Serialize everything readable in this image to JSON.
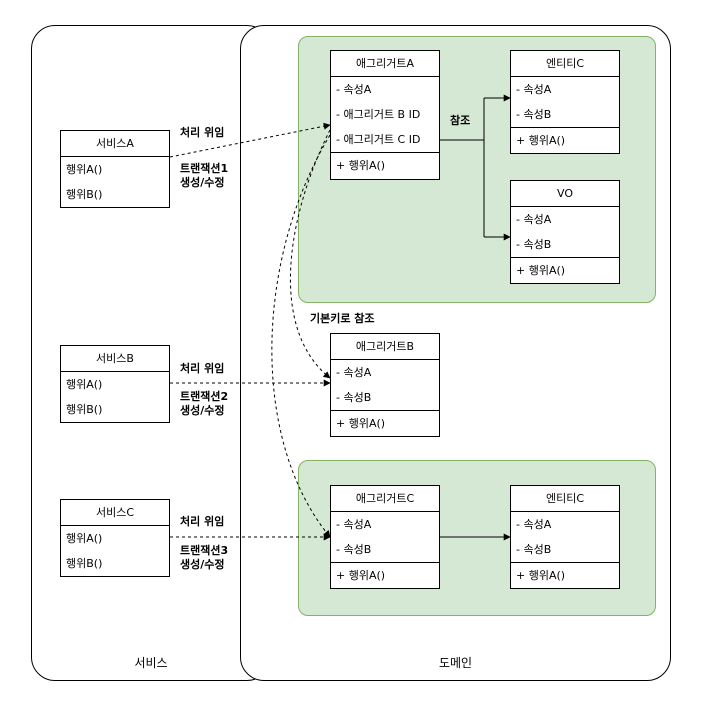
{
  "lanes": {
    "service": "서비스",
    "domain": "도메인"
  },
  "services": [
    {
      "name": "서비스A",
      "methods": [
        "행위A()",
        "행위B()"
      ]
    },
    {
      "name": "서비스B",
      "methods": [
        "행위A()",
        "행위B()"
      ]
    },
    {
      "name": "서비스C",
      "methods": [
        "행위A()",
        "행위B()"
      ]
    }
  ],
  "aggregateA": {
    "name": "애그리거트A",
    "attrs": [
      "- 속성A",
      "- 애그리거트 B ID",
      "- 애그리거트 C ID"
    ],
    "method": "+ 행위A()"
  },
  "entityC1": {
    "name": "엔티티C",
    "attrs": [
      "- 속성A",
      "- 속성B"
    ],
    "method": "+ 행위A()"
  },
  "vo": {
    "name": "VO",
    "attrs": [
      "- 속성A",
      "- 속성B"
    ],
    "method": "+ 행위A()"
  },
  "aggregateB": {
    "name": "애그리거트B",
    "attrs": [
      "- 속성A",
      "- 속성B"
    ],
    "method": "+ 행위A()"
  },
  "aggregateC": {
    "name": "애그리거트C",
    "attrs": [
      "- 속성A",
      "- 속성B"
    ],
    "method": "+ 행위A()"
  },
  "entityC2": {
    "name": "엔티티C",
    "attrs": [
      "- 속성A",
      "- 속성B"
    ],
    "method": "+ 행위A()"
  },
  "labels": {
    "ref": "참조",
    "pk_ref": "기본키로 참조",
    "delegate_a": "처리 위임",
    "tx_a_1": "트랜잭션1",
    "tx_a_2": "생성/수정",
    "delegate_b": "처리 위임",
    "tx_b_1": "트랜잭션2",
    "tx_b_2": "생성/수정",
    "delegate_c": "처리 위임",
    "tx_c_1": "트랜잭션3",
    "tx_c_2": "생성/수정"
  },
  "colors": {
    "group_fill": "#d5e8d4",
    "group_stroke": "#82b366"
  }
}
